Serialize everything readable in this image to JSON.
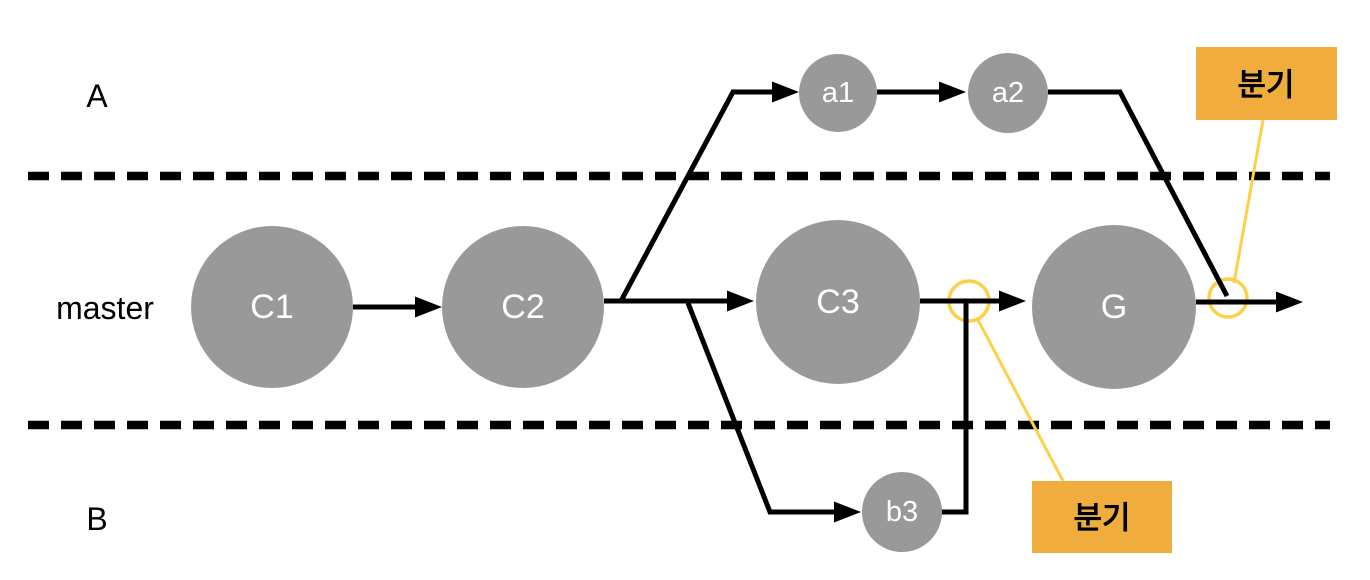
{
  "diagram": {
    "type": "git-branching-diagram",
    "lanes": {
      "a": {
        "label": "A"
      },
      "master": {
        "label": "master"
      },
      "b": {
        "label": "B"
      }
    },
    "nodes": {
      "c1": {
        "label": "C1",
        "lane": "master"
      },
      "c2": {
        "label": "C2",
        "lane": "master"
      },
      "c3": {
        "label": "C3",
        "lane": "master"
      },
      "g": {
        "label": "G",
        "lane": "master"
      },
      "a1": {
        "label": "a1",
        "lane": "a"
      },
      "a2": {
        "label": "a2",
        "lane": "a"
      },
      "b3": {
        "label": "b3",
        "lane": "b"
      }
    },
    "callouts": {
      "merge_top": {
        "label": "분기"
      },
      "merge_bottom": {
        "label": "분기"
      }
    }
  },
  "colors": {
    "background": "#FFFFFF",
    "line-black": "#000000",
    "node-gray": "#999999",
    "callout-orange": "#F0AD3E",
    "callout-yellow": "#FCD049"
  }
}
